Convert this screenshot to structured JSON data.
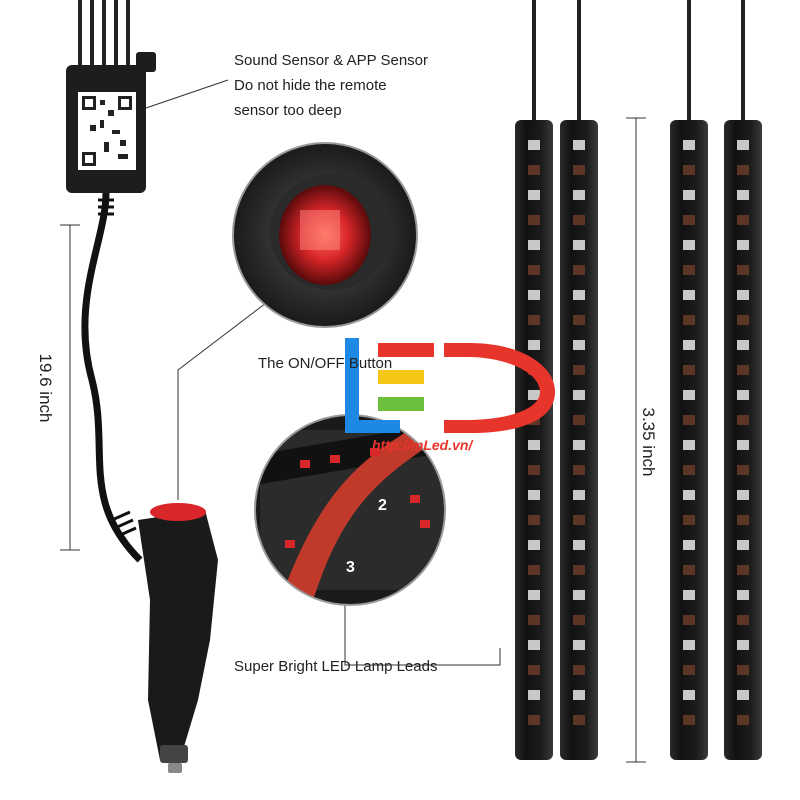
{
  "labels": {
    "sensor": [
      "Sound Sensor & APP Sensor",
      "Do not hide the remote",
      "sensor too deep"
    ],
    "button": "The ON/OFF Button",
    "leads": "Super Bright LED Lamp Leads"
  },
  "dimensions": {
    "cable": "19.6 inch",
    "strip": "3.35 inch"
  },
  "watermark": {
    "url": "http://mLed.vn/"
  },
  "colors": {
    "strip_body": "#1a1a1a",
    "led_red": "#d8262a",
    "watermark_blue": "#1e88e5",
    "watermark_red": "#e8352b",
    "watermark_green": "#6cbf3c",
    "watermark_yellow": "#f5c518"
  }
}
